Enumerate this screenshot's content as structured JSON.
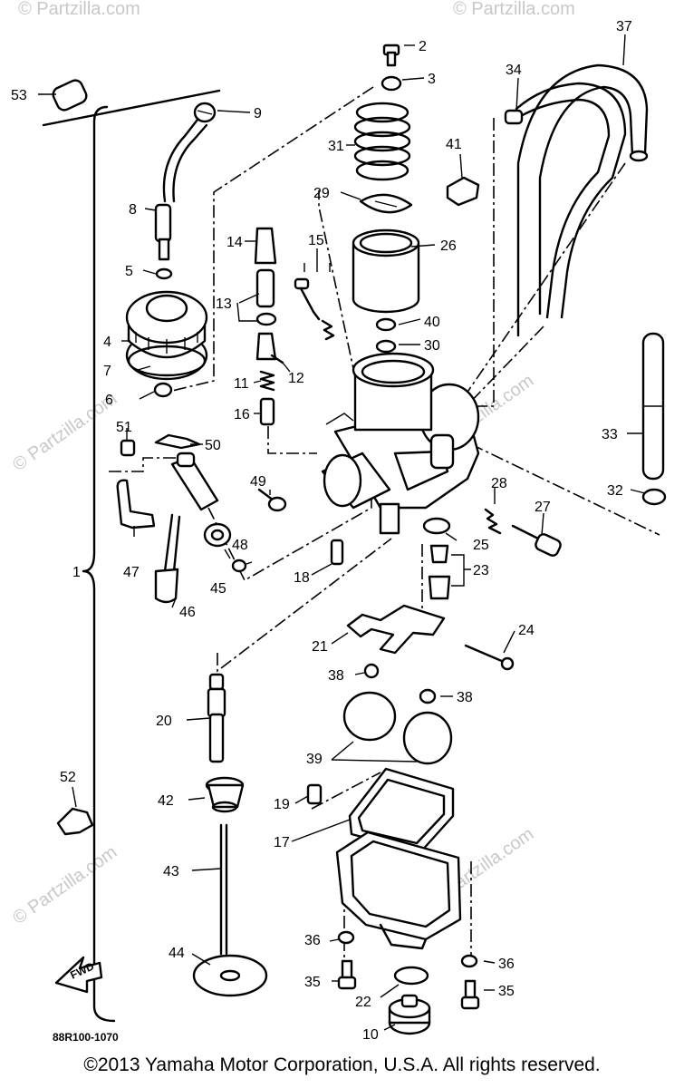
{
  "diagram": {
    "drawing_code": "88R100-1070",
    "watermark": "© Partzilla.com",
    "copyright": "©2013  Yamaha Motor Corporation, U.S.A. All rights reserved.",
    "fwd_arrow": "FWD",
    "part_labels": [
      "1",
      "2",
      "3",
      "4",
      "5",
      "6",
      "7",
      "8",
      "9",
      "10",
      "11",
      "12",
      "13",
      "14",
      "15",
      "16",
      "17",
      "18",
      "19",
      "20",
      "21",
      "22",
      "23",
      "24",
      "25",
      "26",
      "27",
      "28",
      "29",
      "30",
      "31",
      "32",
      "33",
      "34",
      "35",
      "36",
      "37",
      "38",
      "39",
      "40",
      "41",
      "42",
      "43",
      "44",
      "45",
      "46",
      "47",
      "48",
      "49",
      "50",
      "51",
      "52",
      "53"
    ]
  }
}
